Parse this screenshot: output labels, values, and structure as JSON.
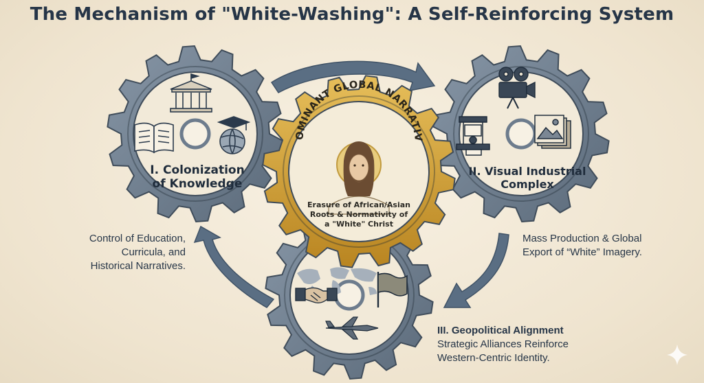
{
  "title": "The Mechanism of \"White-Washing\": A Self-Reinforcing System",
  "center": {
    "arc_label": "DOMINANT GLOBAL NARRATIVE",
    "caption_lines": [
      "Erasure of African/Asian",
      "Roots & Normativity of",
      "a \"White\" Christ"
    ]
  },
  "gears": [
    {
      "label_lines": [
        "I. Colonization",
        "of Knowledge"
      ],
      "icons": [
        "university-icon",
        "open-book-icon",
        "graduation-globe-icon"
      ],
      "description_lines": [
        "Control of Education,",
        "Curricula, and",
        "Historical Narratives."
      ]
    },
    {
      "label_lines": [
        "II. Visual Industrial",
        "Complex"
      ],
      "icons": [
        "film-camera-icon",
        "printing-press-icon",
        "photo-stack-icon"
      ],
      "description_lines": [
        "Mass Production & Global",
        "Export of “White” Imagery."
      ]
    },
    {
      "label": "III. Geopolitical Alignment",
      "icons": [
        "world-map-icon",
        "flag-icon",
        "handshake-icon",
        "fighter-jet-icon"
      ],
      "description_lines": [
        "Strategic Alliances Reinforce",
        "Western-Centric Identity."
      ]
    }
  ],
  "colors": {
    "gear_steel": "#6d7c8d",
    "gear_face": "#f2ead9",
    "gold": "#c9962f",
    "arrow": "#5a6e83",
    "text": "#263547"
  }
}
